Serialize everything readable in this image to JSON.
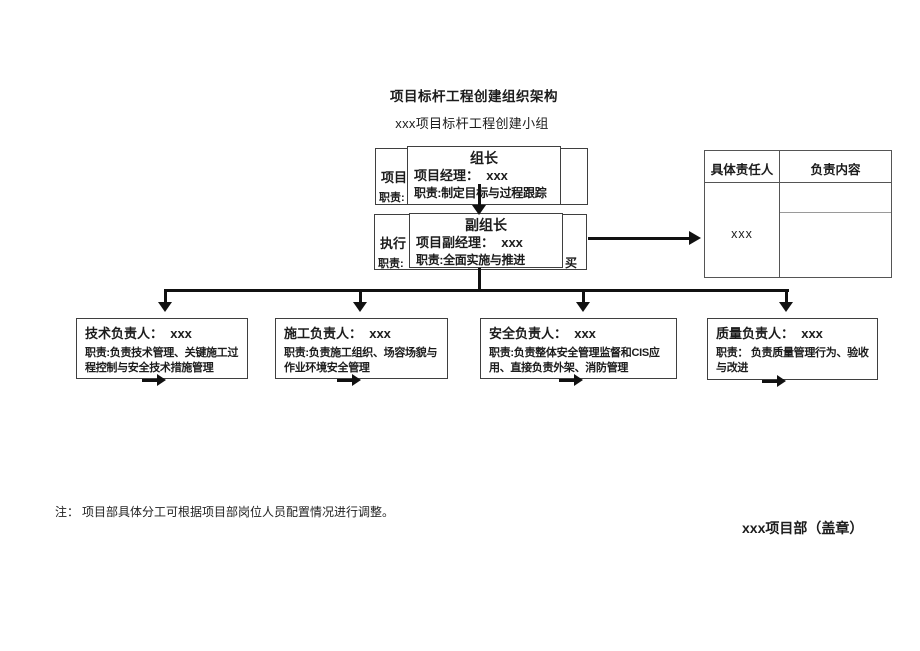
{
  "colors": {
    "ink": "#1c1c1c",
    "connector_line": "#111111",
    "box_border": "#3f3f3f",
    "table_border": "#555555",
    "table_light_divider": "#9a9a9a",
    "background": "#ffffff"
  },
  "header": {
    "title": "项目标杆工程创建组织架构",
    "subtitle": "xxx项目标杆工程创建小组"
  },
  "org_chart": {
    "leader_box": {
      "role": "组长",
      "person": "项目经理：  xxx",
      "duty": "职责:制定目标与过程跟踪",
      "clipped_left_1": "项目",
      "clipped_left_2": "职责:"
    },
    "deputy_box": {
      "role": "副组长",
      "person": "项目副经理：  xxx",
      "duty": "职责:全面实施与推进",
      "clipped_left_1": "执行",
      "clipped_left_2": "职责:",
      "clipped_right_1": "买"
    },
    "duty_table": {
      "col1_header": "具体责任人",
      "col2_header": "负责内容",
      "col1_value": "xxx"
    },
    "role_boxes": [
      {
        "title": "技术负责人：  xxx",
        "duty": "职责:负责技术管理、关键施工过程控制与安全技术措施管理"
      },
      {
        "title": "施工负责人：  xxx",
        "duty": "职责:负责施工组织、场容场貌与作业环境安全管理"
      },
      {
        "title": "安全负责人：  xxx",
        "duty": "职责:负责整体安全管理监督和CIS应用、直接负责外架、消防管理"
      },
      {
        "title": "质量负责人：  xxx",
        "duty": "职责： 负责质量管理行为、验收与改进"
      }
    ]
  },
  "footer": {
    "note": "注： 项目部具体分工可根据项目部岗位人员配置情况进行调整。",
    "stamp": "xxx项目部（盖章）"
  }
}
